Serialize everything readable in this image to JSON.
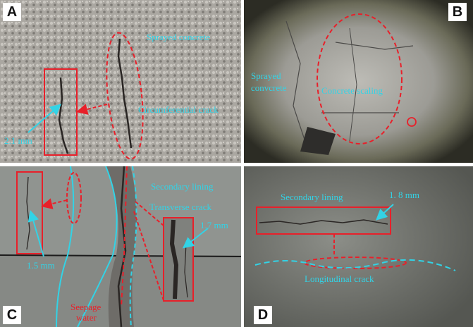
{
  "panels": {
    "a": {
      "letter": "A",
      "labels": {
        "sprayed": "Sprayed concrete",
        "circ": "Circumferential crack",
        "width": "2.1 mm"
      }
    },
    "b": {
      "letter": "B",
      "labels": {
        "sprayed_1": "Sprayed",
        "sprayed_2": "convcrete",
        "scaling": "Concrete scaling"
      }
    },
    "c": {
      "letter": "C",
      "labels": {
        "secondary": "Secondary lining",
        "transverse": "Transverse crack",
        "width_right": "1.7 mm",
        "width_left": "1.5 mm",
        "seepage_1": "Seepage",
        "seepage_2": "water"
      }
    },
    "d": {
      "letter": "D",
      "labels": {
        "secondary": "Secondary lining",
        "width": "1. 8 mm",
        "longitudinal": "Longitudinal crack"
      }
    }
  },
  "colors": {
    "annotation_cyan": "#32d3e6",
    "annotation_red": "#e8202a"
  }
}
